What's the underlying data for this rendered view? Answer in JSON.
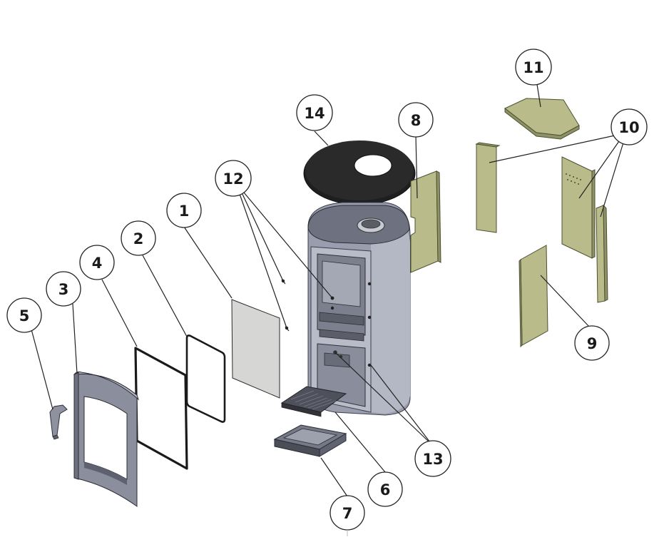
{
  "callouts": [
    {
      "id": "1",
      "label": "1"
    },
    {
      "id": "2",
      "label": "2"
    },
    {
      "id": "3",
      "label": "3"
    },
    {
      "id": "4",
      "label": "4"
    },
    {
      "id": "5",
      "label": "5"
    },
    {
      "id": "6",
      "label": "6"
    },
    {
      "id": "7",
      "label": "7"
    },
    {
      "id": "8",
      "label": "8"
    },
    {
      "id": "9",
      "label": "9"
    },
    {
      "id": "10",
      "label": "10"
    },
    {
      "id": "11",
      "label": "11"
    },
    {
      "id": "12",
      "label": "12"
    },
    {
      "id": "13",
      "label": "13"
    },
    {
      "id": "14",
      "label": "14"
    }
  ],
  "colors": {
    "vermiculite": "#b9bc8a",
    "steel": "#9a9dae",
    "seal": "#262626"
  }
}
